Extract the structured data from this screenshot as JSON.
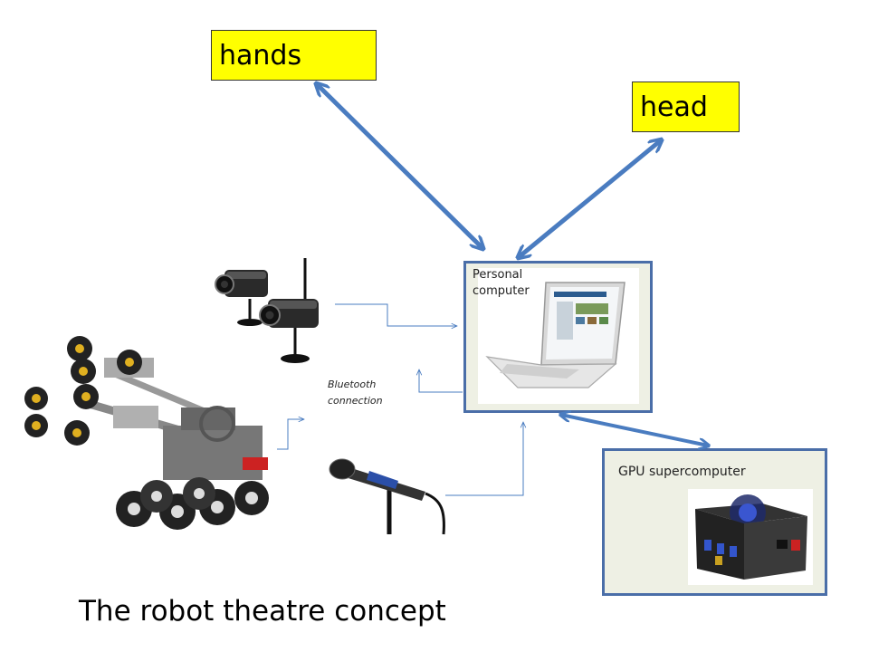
{
  "boxes": {
    "hands": "hands",
    "head": "head"
  },
  "pc": {
    "label": "Personal computer"
  },
  "gpu": {
    "label": "GPU supercomputer"
  },
  "bluetooth": {
    "label": "Bluetooth connection"
  },
  "title": "The robot theatre concept",
  "colors": {
    "box_fill": "#ffff00",
    "arrow": "#4a7cc0",
    "panel_border": "#4a6ea8"
  },
  "images": [
    "webcams",
    "robot-vehicle",
    "microphone",
    "laptop",
    "power-supply"
  ]
}
